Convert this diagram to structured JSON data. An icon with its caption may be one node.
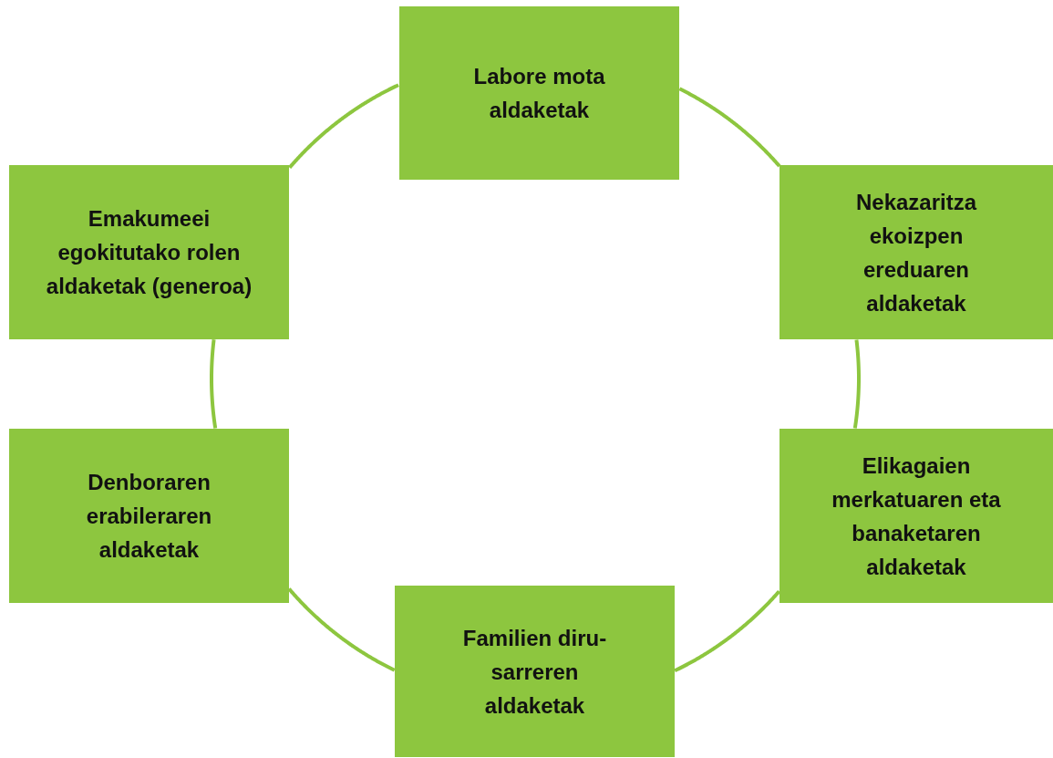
{
  "diagram": {
    "nodes": [
      {
        "text": [
          "Labore mota aldaketak"
        ]
      },
      {
        "text": [
          "Nekazaritza ekoizpen ereduaren aldaketak"
        ]
      },
      {
        "text": [
          "Elikagaien merkatuaren eta banaketaren aldaketak"
        ]
      },
      {
        "text": [
          "Familien diru-sarreren aldaketak"
        ]
      },
      {
        "text": [
          "Denboraren erabileraren aldaketak"
        ]
      },
      {
        "text": [
          "Emakumeei egokitutako rolen aldaketak (generoa)"
        ]
      }
    ],
    "edges": [
      {
        "from": 0,
        "to": 1,
        "arrow": "none"
      },
      {
        "from": 1,
        "to": 2,
        "arrow": "none"
      },
      {
        "from": 2,
        "to": 3,
        "arrow": "none"
      },
      {
        "from": 3,
        "to": 4,
        "arrow": "none"
      },
      {
        "from": 4,
        "to": 5,
        "arrow": "none"
      },
      {
        "from": 5,
        "to": 0,
        "arrow": "none"
      }
    ]
  }
}
